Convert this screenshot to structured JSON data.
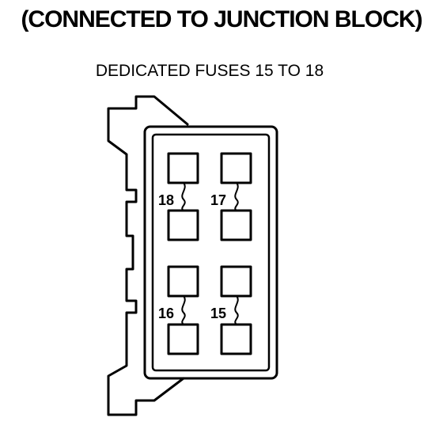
{
  "title": "(CONNECTED TO JUNCTION BLOCK)",
  "subtitle": "DEDICATED FUSES 15 TO 18",
  "fuses": [
    {
      "label": "18"
    },
    {
      "label": "17"
    },
    {
      "label": "16"
    },
    {
      "label": "15"
    }
  ]
}
